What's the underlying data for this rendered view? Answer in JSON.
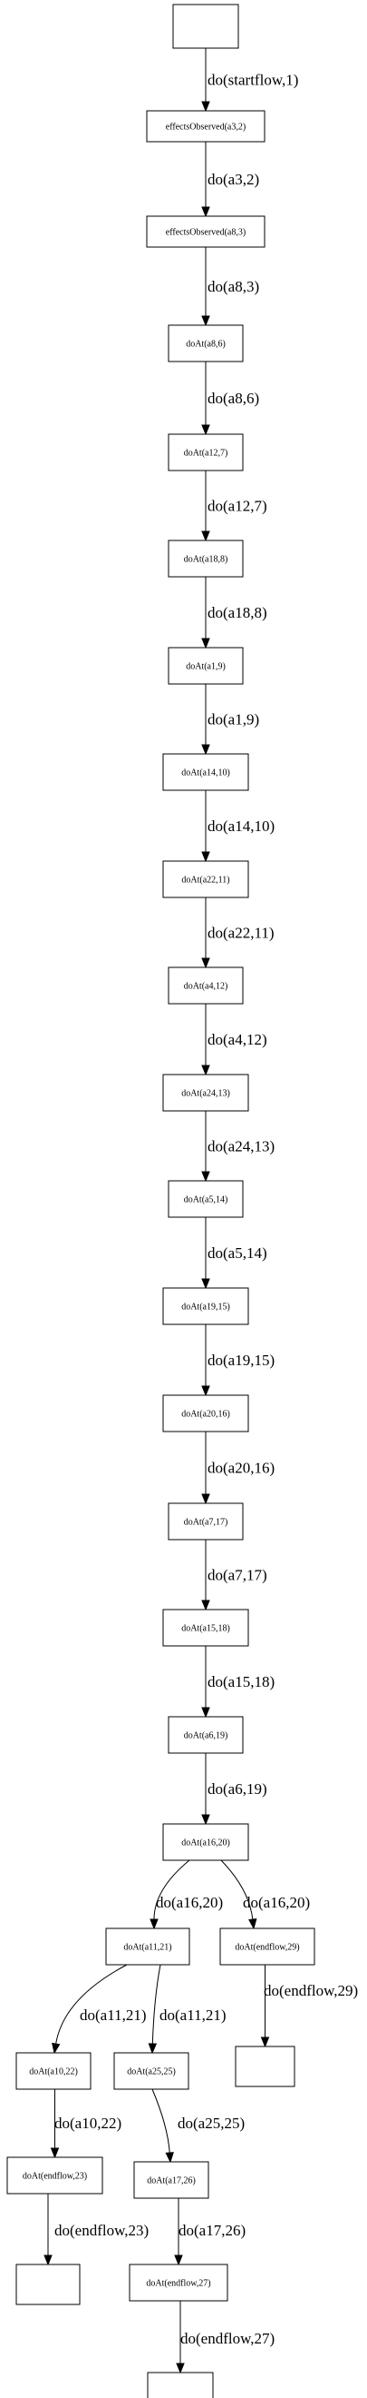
{
  "nodes": [
    {
      "id": "start",
      "label": ""
    },
    {
      "id": "n1",
      "label": "effectsObserved(a3,2)"
    },
    {
      "id": "n2",
      "label": "effectsObserved(a8,3)"
    },
    {
      "id": "n3",
      "label": "doAt(a8,6)"
    },
    {
      "id": "n4",
      "label": "doAt(a12,7)"
    },
    {
      "id": "n5",
      "label": "doAt(a18,8)"
    },
    {
      "id": "n6",
      "label": "doAt(a1,9)"
    },
    {
      "id": "n7",
      "label": "doAt(a14,10)"
    },
    {
      "id": "n8",
      "label": "doAt(a22,11)"
    },
    {
      "id": "n9",
      "label": "doAt(a4,12)"
    },
    {
      "id": "n10",
      "label": "doAt(a24,13)"
    },
    {
      "id": "n11",
      "label": "doAt(a5,14)"
    },
    {
      "id": "n12",
      "label": "doAt(a19,15)"
    },
    {
      "id": "n13",
      "label": "doAt(a20,16)"
    },
    {
      "id": "n14",
      "label": "doAt(a7,17)"
    },
    {
      "id": "n15",
      "label": "doAt(a15,18)"
    },
    {
      "id": "n16",
      "label": "doAt(a6,19)"
    },
    {
      "id": "n17",
      "label": "doAt(a16,20)"
    },
    {
      "id": "n18",
      "label": "doAt(a11,21)"
    },
    {
      "id": "n19",
      "label": "doAt(endflow,29)"
    },
    {
      "id": "n20",
      "label": ""
    },
    {
      "id": "n21",
      "label": "doAt(a10,22)"
    },
    {
      "id": "n22",
      "label": "doAt(a25,25)"
    },
    {
      "id": "n23",
      "label": "doAt(endflow,23)"
    },
    {
      "id": "n24",
      "label": "doAt(a17,26)"
    },
    {
      "id": "n25",
      "label": ""
    },
    {
      "id": "n26",
      "label": "doAt(endflow,27)"
    },
    {
      "id": "n27",
      "label": ""
    }
  ],
  "edges": [
    {
      "from": "start",
      "to": "n1",
      "label": "do(startflow,1)"
    },
    {
      "from": "n1",
      "to": "n2",
      "label": "do(a3,2)"
    },
    {
      "from": "n2",
      "to": "n3",
      "label": "do(a8,3)"
    },
    {
      "from": "n3",
      "to": "n4",
      "label": "do(a8,6)"
    },
    {
      "from": "n4",
      "to": "n5",
      "label": "do(a12,7)"
    },
    {
      "from": "n5",
      "to": "n6",
      "label": "do(a18,8)"
    },
    {
      "from": "n6",
      "to": "n7",
      "label": "do(a1,9)"
    },
    {
      "from": "n7",
      "to": "n8",
      "label": "do(a14,10)"
    },
    {
      "from": "n8",
      "to": "n9",
      "label": "do(a22,11)"
    },
    {
      "from": "n9",
      "to": "n10",
      "label": "do(a4,12)"
    },
    {
      "from": "n10",
      "to": "n11",
      "label": "do(a24,13)"
    },
    {
      "from": "n11",
      "to": "n12",
      "label": "do(a5,14)"
    },
    {
      "from": "n12",
      "to": "n13",
      "label": "do(a19,15)"
    },
    {
      "from": "n13",
      "to": "n14",
      "label": "do(a20,16)"
    },
    {
      "from": "n14",
      "to": "n15",
      "label": "do(a7,17)"
    },
    {
      "from": "n15",
      "to": "n16",
      "label": "do(a15,18)"
    },
    {
      "from": "n16",
      "to": "n17",
      "label": "do(a6,19)"
    },
    {
      "from": "n17",
      "to": "n18",
      "label": "do(a16,20)"
    },
    {
      "from": "n17",
      "to": "n19",
      "label": "do(a16,20)"
    },
    {
      "from": "n19",
      "to": "n20",
      "label": "do(endflow,29)"
    },
    {
      "from": "n18",
      "to": "n21",
      "label": "do(a11,21)"
    },
    {
      "from": "n18",
      "to": "n22",
      "label": "do(a11,21)"
    },
    {
      "from": "n21",
      "to": "n23",
      "label": "do(a10,22)"
    },
    {
      "from": "n22",
      "to": "n24",
      "label": "do(a25,25)"
    },
    {
      "from": "n23",
      "to": "n25",
      "label": "do(endflow,23)"
    },
    {
      "from": "n24",
      "to": "n26",
      "label": "do(a17,26)"
    },
    {
      "from": "n26",
      "to": "n27",
      "label": "do(endflow,27)"
    }
  ]
}
